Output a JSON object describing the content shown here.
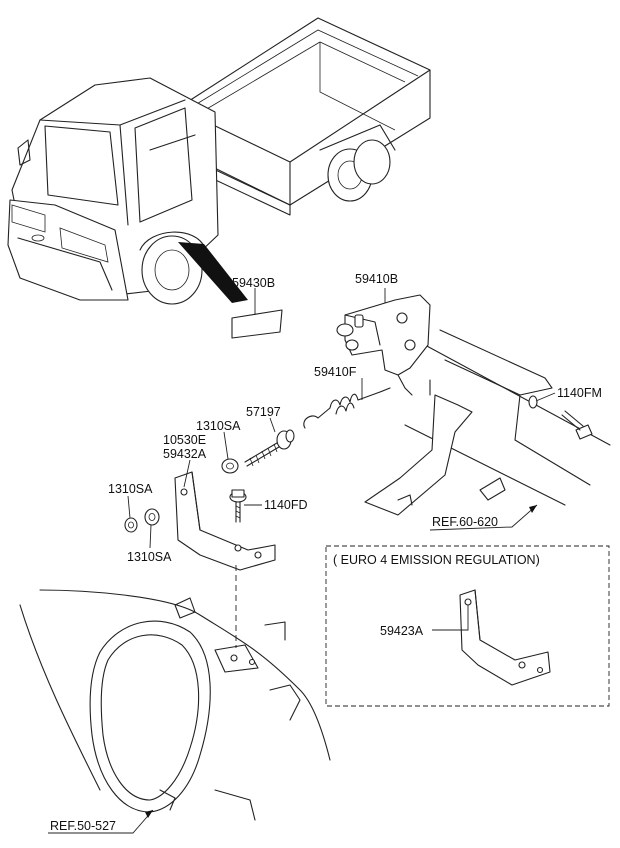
{
  "diagram": {
    "parts": {
      "p59430B": "59430B",
      "p59410B": "59410B",
      "p59410F": "59410F",
      "p1140FM": "1140FM",
      "p57197": "57197",
      "p1310SA_top": "1310SA",
      "p10530E": "10530E",
      "p59432A": "59432A",
      "p1310SA_left": "1310SA",
      "p1140FD": "1140FD",
      "p1310SA_bottom": "1310SA",
      "p59423A": "59423A"
    },
    "references": {
      "ref_frame": "REF.60-620",
      "ref_tank": "REF.50-527"
    },
    "euro_box_title": "( EURO 4 EMISSION REGULATION)"
  }
}
